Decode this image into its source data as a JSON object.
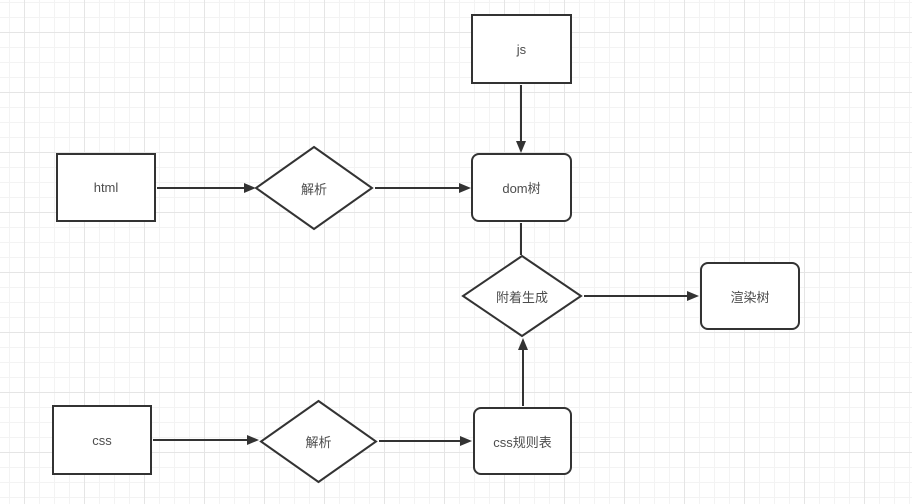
{
  "diagram": {
    "name": "browser-render-pipeline-flowchart",
    "colors": {
      "stroke": "#333333",
      "node_fill": "#ffffff",
      "text": "#4d4d4d",
      "grid_minor": "#f3f3f3",
      "grid_major": "#e5e5e5",
      "background": "#ffffff"
    },
    "nodes": {
      "js": {
        "label": "js",
        "shape": "rect"
      },
      "html": {
        "label": "html",
        "shape": "rect"
      },
      "css": {
        "label": "css",
        "shape": "rect"
      },
      "parse_html": {
        "label": "解析",
        "shape": "diamond"
      },
      "parse_css": {
        "label": "解析",
        "shape": "diamond"
      },
      "dom_tree": {
        "label": "dom树",
        "shape": "rounded"
      },
      "css_rules": {
        "label": "css规则表",
        "shape": "rounded"
      },
      "attach": {
        "label": "附着生成",
        "shape": "diamond"
      },
      "render_tree": {
        "label": "渲染树",
        "shape": "rounded"
      }
    },
    "edges": [
      {
        "from": "js",
        "to": "dom_tree",
        "arrowhead": true
      },
      {
        "from": "html",
        "to": "parse_html",
        "arrowhead": true
      },
      {
        "from": "parse_html",
        "to": "dom_tree",
        "arrowhead": true
      },
      {
        "from": "dom_tree",
        "to": "attach",
        "arrowhead": false
      },
      {
        "from": "attach",
        "to": "render_tree",
        "arrowhead": true
      },
      {
        "from": "css",
        "to": "parse_css",
        "arrowhead": true
      },
      {
        "from": "parse_css",
        "to": "css_rules",
        "arrowhead": true
      },
      {
        "from": "css_rules",
        "to": "attach",
        "arrowhead": true
      }
    ]
  }
}
